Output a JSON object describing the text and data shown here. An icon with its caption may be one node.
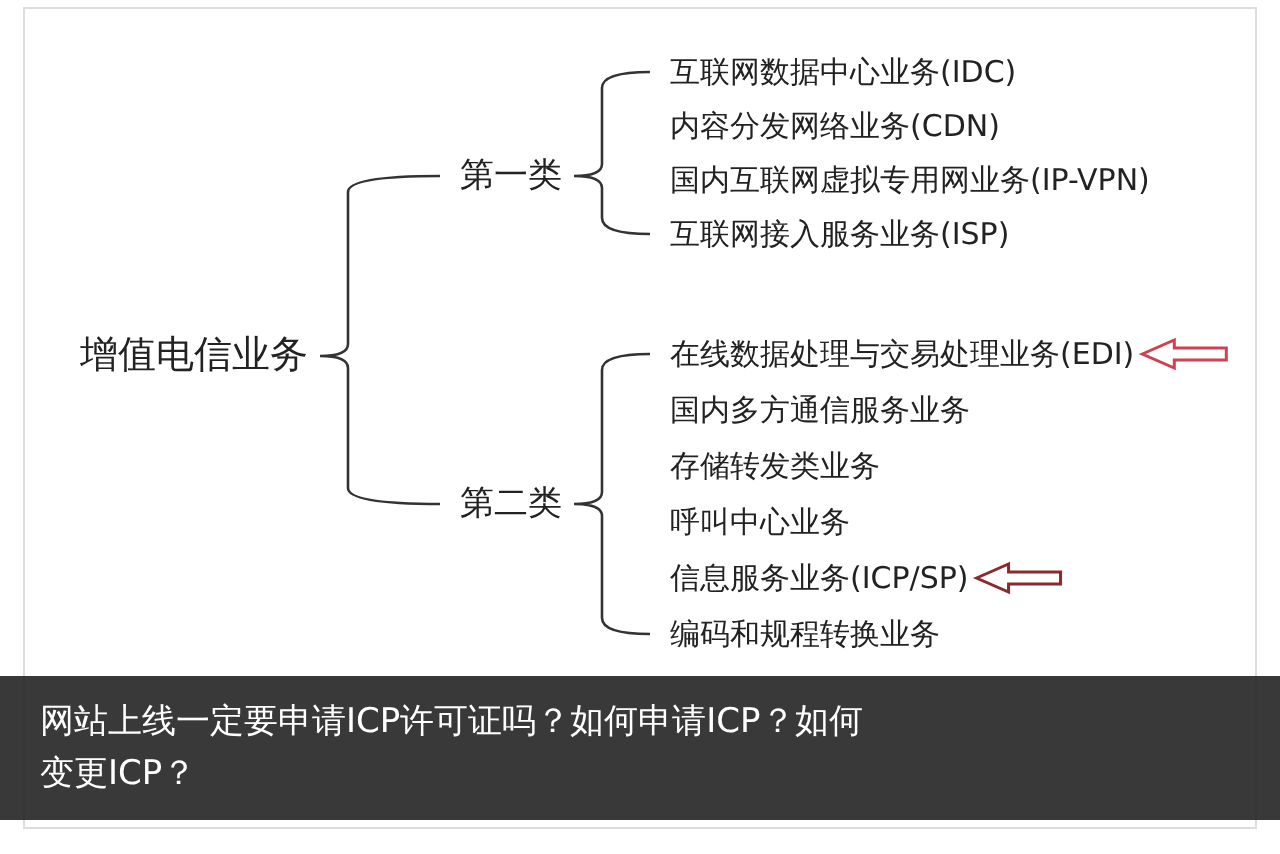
{
  "diagram": {
    "caption": "网站上线一定要申请ICP许可证吗？如何申请ICP？如何变更ICP？",
    "nodes": [
      {
        "text": [
          "增值电信业务"
        ]
      },
      {
        "text": [
          "第一类"
        ]
      },
      {
        "text": [
          "互联网数据中心业务(IDC)"
        ]
      },
      {
        "text": [
          "内容分发网络业务(CDN)"
        ]
      },
      {
        "text": [
          "国内互联网虚拟专用网业务(IP-VPN)"
        ]
      },
      {
        "text": [
          "互联网接入服务业务(ISP)"
        ]
      },
      {
        "text": [
          "第二类"
        ]
      },
      {
        "text": [
          "在线数据处理与交易处理业务(EDI)"
        ]
      },
      {
        "text": [
          "国内多方通信服务业务"
        ]
      },
      {
        "text": [
          "存储转发类业务"
        ]
      },
      {
        "text": [
          "呼叫中心业务"
        ]
      },
      {
        "text": [
          "信息服务业务(ICP/SP)"
        ]
      },
      {
        "text": [
          "编码和规程转换业务"
        ]
      }
    ],
    "edges": [
      {
        "from": null,
        "to": 7,
        "arrow": "to",
        "color": "#d04050"
      },
      {
        "from": null,
        "to": 11,
        "arrow": "to",
        "color": "#8a2a2a"
      }
    ]
  }
}
